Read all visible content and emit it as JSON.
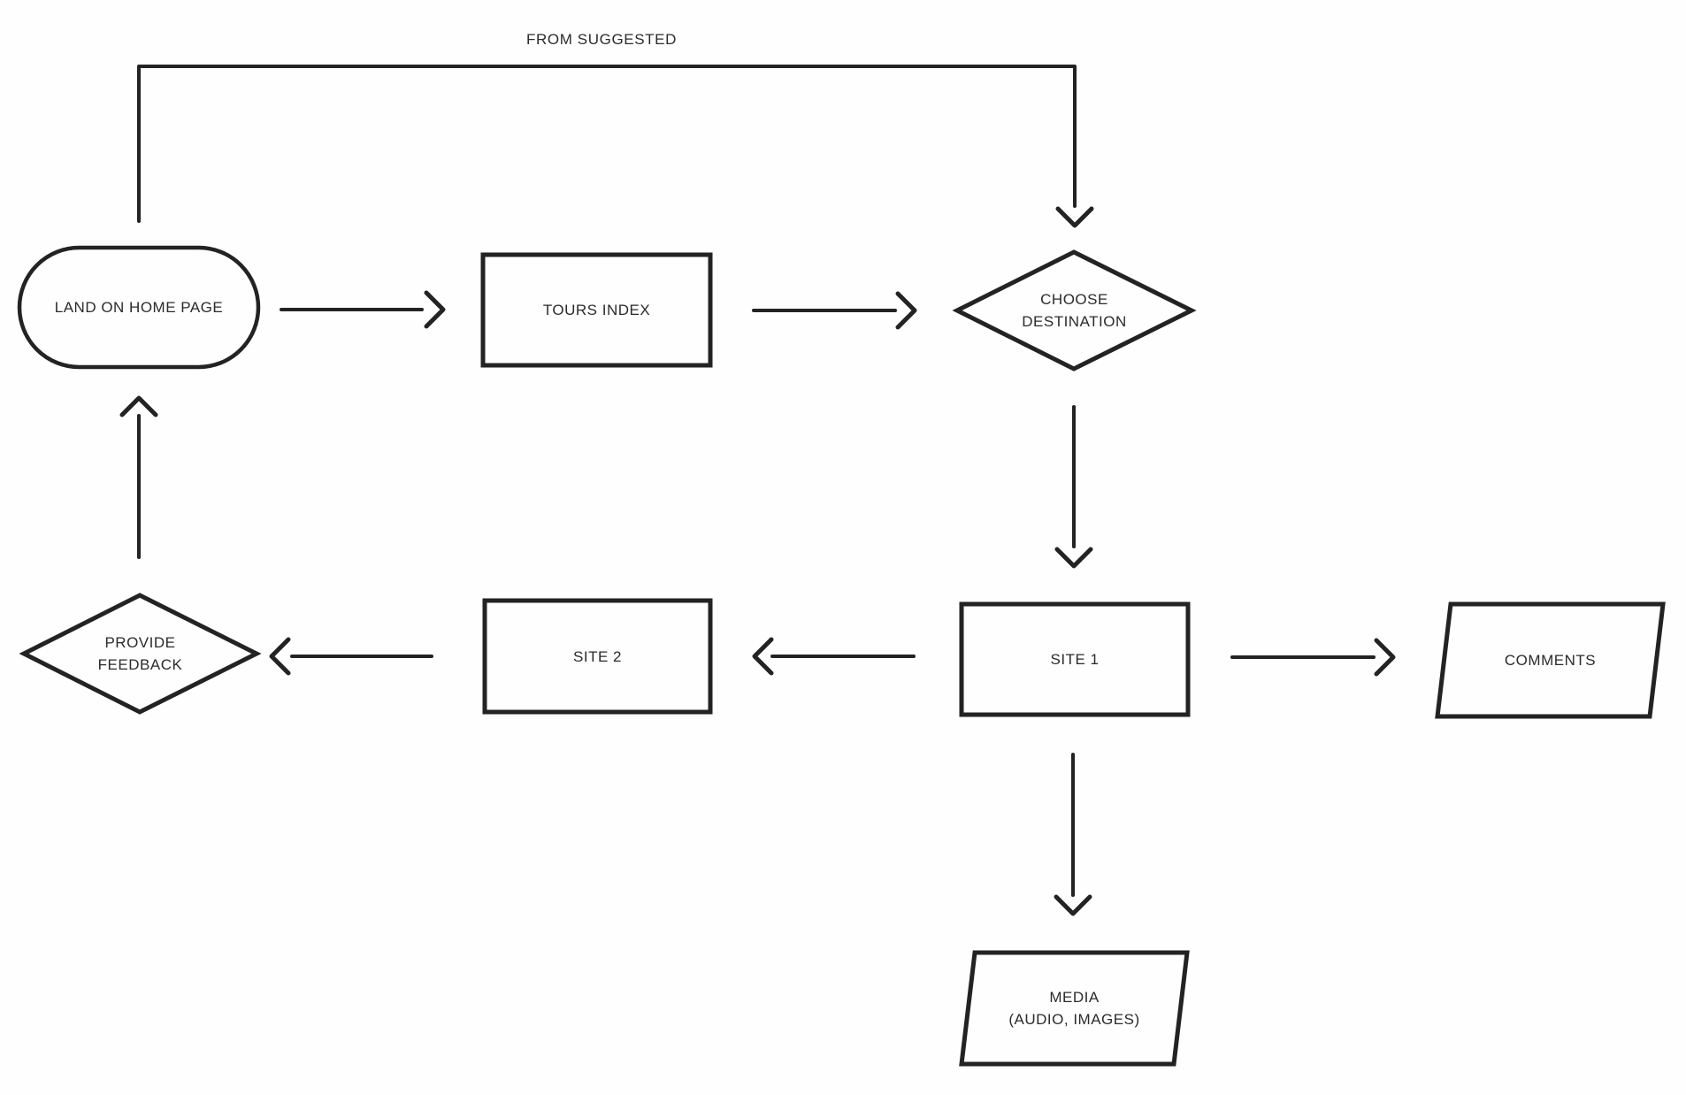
{
  "diagram": {
    "colors": {
      "background": "#fefefe",
      "stroke": "#232323",
      "text": "#2b2b2b"
    },
    "nodes": [
      {
        "id": "land-on-home-page",
        "shape": "stadium",
        "label": "LAND ON HOME PAGE"
      },
      {
        "id": "tours-index",
        "shape": "rectangle",
        "label": "TOURS INDEX"
      },
      {
        "id": "choose-destination",
        "shape": "diamond",
        "label": "CHOOSE\nDESTINATION"
      },
      {
        "id": "site-1",
        "shape": "rectangle",
        "label": "SITE 1"
      },
      {
        "id": "site-2",
        "shape": "rectangle",
        "label": "SITE 2"
      },
      {
        "id": "provide-feedback",
        "shape": "diamond",
        "label": "PROVIDE\nFEEDBACK"
      },
      {
        "id": "comments",
        "shape": "parallelogram",
        "label": "COMMENTS"
      },
      {
        "id": "media",
        "shape": "parallelogram",
        "label": "MEDIA\n(AUDIO, IMAGES)"
      }
    ],
    "edges": [
      {
        "from": "land-on-home-page",
        "to": "choose-destination",
        "label": "FROM SUGGESTED"
      },
      {
        "from": "land-on-home-page",
        "to": "tours-index",
        "label": ""
      },
      {
        "from": "tours-index",
        "to": "choose-destination",
        "label": ""
      },
      {
        "from": "choose-destination",
        "to": "site-1",
        "label": ""
      },
      {
        "from": "site-1",
        "to": "comments",
        "label": ""
      },
      {
        "from": "site-1",
        "to": "site-2",
        "label": ""
      },
      {
        "from": "site-2",
        "to": "provide-feedback",
        "label": ""
      },
      {
        "from": "provide-feedback",
        "to": "land-on-home-page",
        "label": ""
      },
      {
        "from": "site-1",
        "to": "media",
        "label": ""
      }
    ]
  }
}
